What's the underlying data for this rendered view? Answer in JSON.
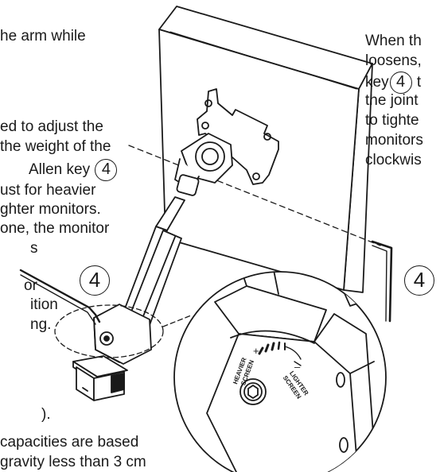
{
  "left_text": {
    "line1": "he arm while",
    "line2": "ed to adjust the",
    "line3": "the weight of the",
    "line4_pre": "Allen key",
    "line4_num": "4",
    "line5": "ust for heavier",
    "line6": "ghter monitors.",
    "line7": "one, the monitor",
    "line8": "s",
    "line9": "or",
    "line10": "ition",
    "line11": "ng.",
    "line12": ").",
    "line13": "capacities are based",
    "line14": "gravity less than 3 cm"
  },
  "right_text": {
    "line1": "When th",
    "line2": "loosens,",
    "line3_pre": "key",
    "line3_num": "4",
    "line3_post": "t",
    "line4": "the joint",
    "line5": "to tighte",
    "line6": "monitors",
    "line7": "clockwis"
  },
  "callouts": {
    "allen_key_left": "4",
    "allen_key_right": "4"
  },
  "dial": {
    "plus": "+",
    "minus": "–",
    "heavier": [
      "HEAVIER",
      "SCREEN"
    ],
    "lighter": [
      "LIGHTER",
      "SCREEN"
    ]
  }
}
